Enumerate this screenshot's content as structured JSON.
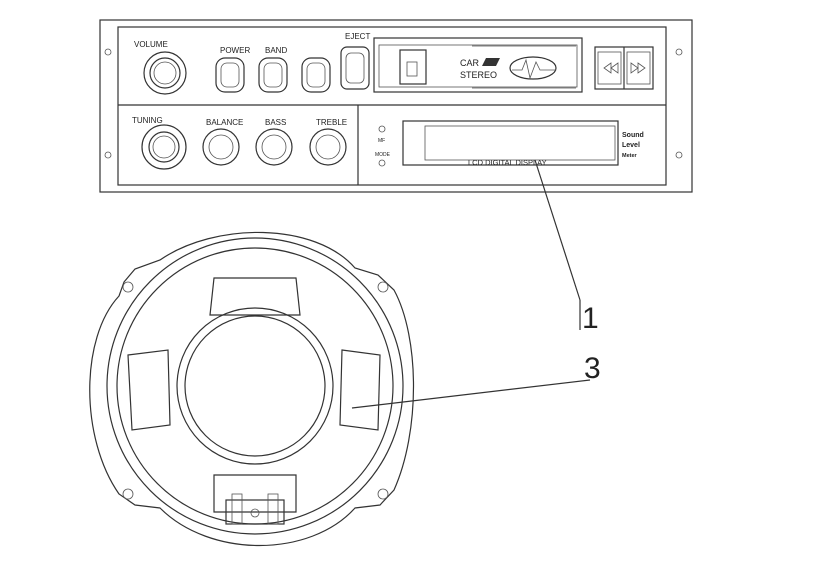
{
  "radio": {
    "knob_labels": {
      "volume": "VOLUME",
      "tuning": "TUNING",
      "balance": "BALANCE",
      "bass": "BASS",
      "treble": "TREBLE"
    },
    "button_labels": {
      "power": "POWER",
      "band": "BAND",
      "eject": "EJECT"
    },
    "cassette": {
      "line1": "CAR",
      "line2": "STEREO"
    },
    "indicator_labels": {
      "mf": "MF",
      "mode": "MODE"
    },
    "display": {
      "label": "LCD DIGITAL DISPLAY",
      "meter_line1": "Sound",
      "meter_line2": "Level",
      "meter_line3": "Meter"
    },
    "transport_icons": [
      "rewind-icon",
      "fast-forward-icon"
    ]
  },
  "callouts": {
    "label_1": "1",
    "label_3": "3"
  }
}
